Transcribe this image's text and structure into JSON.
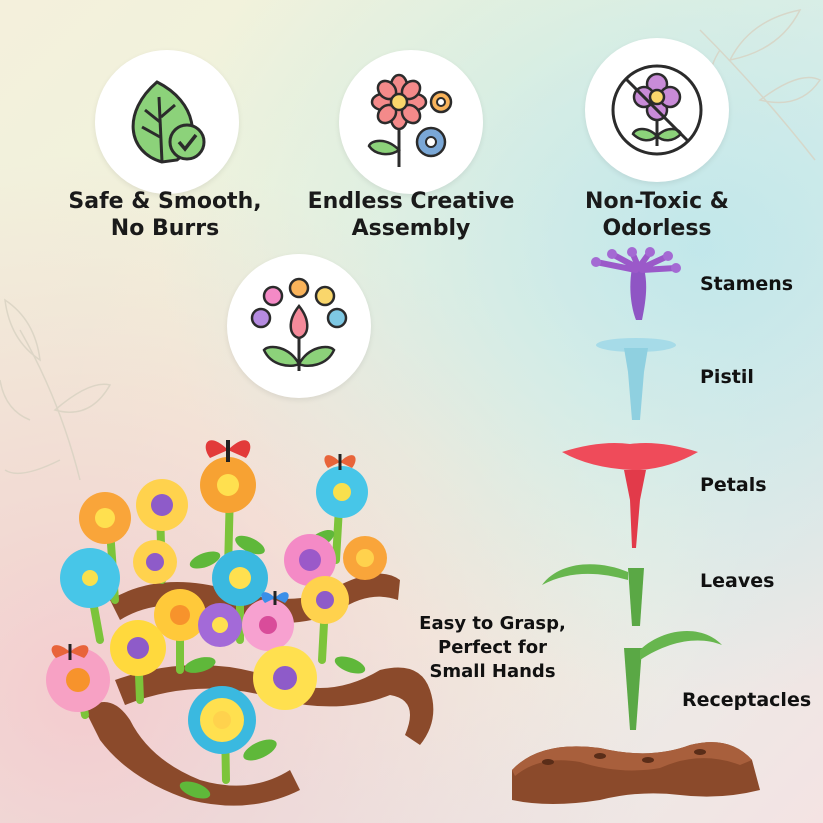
{
  "features": [
    {
      "line1": "Safe & Smooth,",
      "line2": "No Burrs",
      "icon": "leaf-check-icon"
    },
    {
      "line1": "Endless Creative",
      "line2": "Assembly",
      "icon": "flower-gears-icon"
    },
    {
      "line1": "Non-Toxic &",
      "line2": "Odorless",
      "icon": "no-flower-icon"
    },
    {
      "icon": "colorful-bloom-icon"
    }
  ],
  "parts": {
    "stamens": "Stamens",
    "pistil": "Pistil",
    "petals": "Petals",
    "leaves": "Leaves",
    "receptacles": "Receptacles"
  },
  "easy": {
    "line1": "Easy to Grasp,",
    "line2": "Perfect for",
    "line3": "Small Hands"
  },
  "colors": {
    "stamens": "#9b59c9",
    "pistil": "#8fd0e0",
    "petals": "#ef4b5a",
    "leaves": "#5aa845",
    "base": "#8b4a2b"
  }
}
